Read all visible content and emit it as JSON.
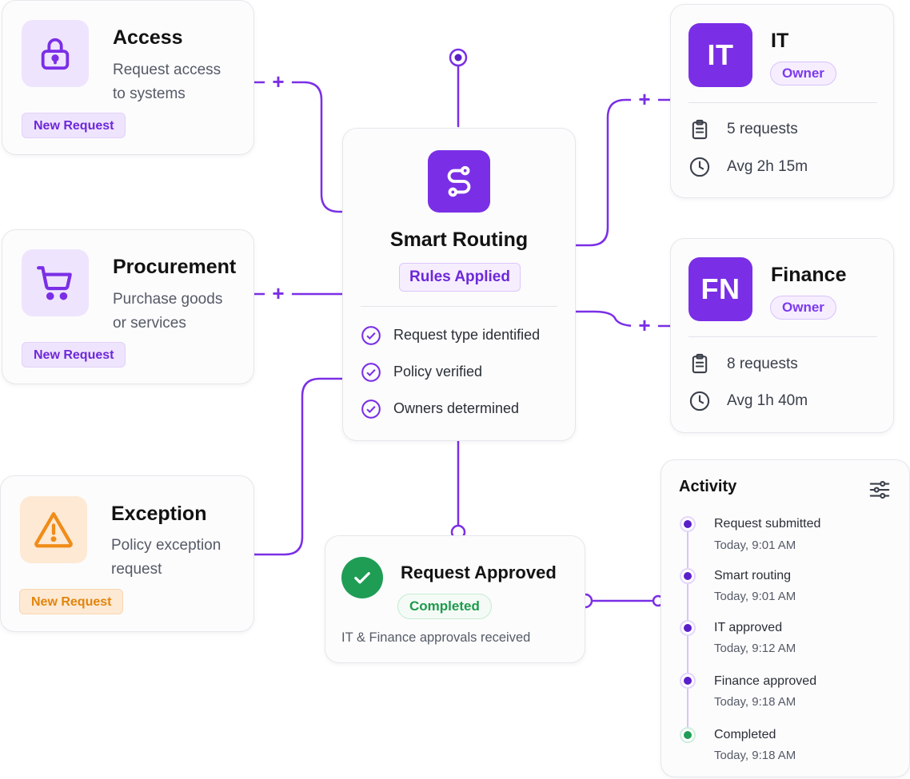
{
  "colors": {
    "accent": "#7a2fe6",
    "success": "#1f9d55",
    "warning": "#f08c18",
    "line": "#7a2fe6"
  },
  "sources": [
    {
      "title": "Access",
      "desc_line1": "Request access",
      "desc_line2": "to systems",
      "badge": "New Request",
      "icon": "lock-icon"
    },
    {
      "title": "Procurement",
      "desc_line1": "Purchase goods",
      "desc_line2": "or services",
      "badge": "New Request",
      "icon": "cart-icon"
    },
    {
      "title": "Exception",
      "desc_line1": "Policy exception",
      "desc_line2": "request",
      "badge": "New Request",
      "icon": "warning-icon"
    }
  ],
  "routing": {
    "title": "Smart Routing",
    "badge": "Rules Applied",
    "icon": "route-icon",
    "checks": [
      "Request type identified",
      "Policy verified",
      "Owners determined"
    ]
  },
  "owners": [
    {
      "abbr": "IT",
      "name": "IT",
      "role": "Owner",
      "requests": "5 requests",
      "avg": "Avg 2h 15m"
    },
    {
      "abbr": "FN",
      "name": "Finance",
      "role": "Owner",
      "requests": "8 requests",
      "avg": "Avg 1h 40m"
    }
  ],
  "approved": {
    "title": "Request Approved",
    "status": "Completed",
    "note": "IT & Finance approvals received",
    "icon": "check-circle-icon"
  },
  "activity": {
    "title": "Activity",
    "filter_icon": "sliders-icon",
    "items": [
      {
        "label": "Request submitted",
        "time": "Today, 9:01 AM",
        "state": "done"
      },
      {
        "label": "Smart routing",
        "time": "Today, 9:01 AM",
        "state": "done"
      },
      {
        "label": "IT approved",
        "time": "Today, 9:12 AM",
        "state": "done"
      },
      {
        "label": "Finance approved",
        "time": "Today, 9:18 AM",
        "state": "done"
      },
      {
        "label": "Completed",
        "time": "Today, 9:18 AM",
        "state": "complete"
      }
    ]
  }
}
